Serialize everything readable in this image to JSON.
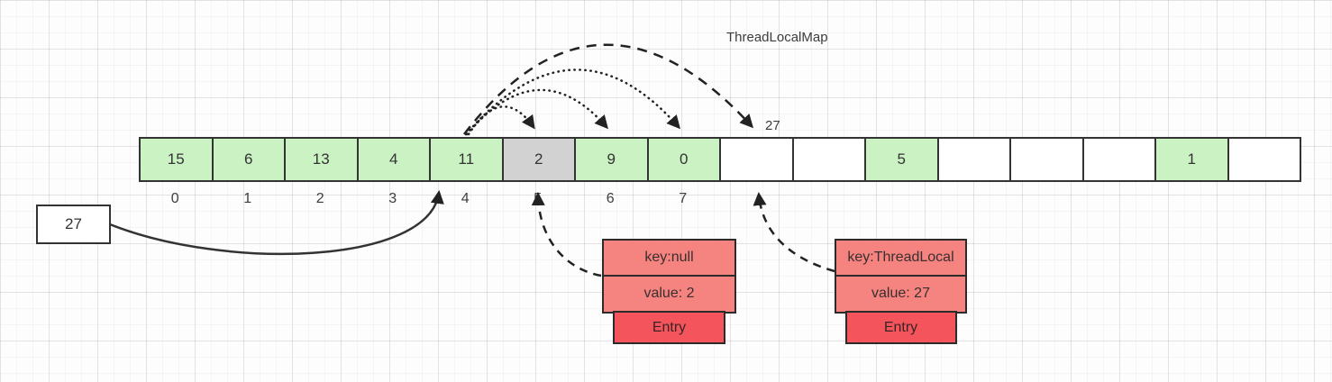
{
  "title": "ThreadLocalMap",
  "colors": {
    "green": "#cbf2c3",
    "gray": "#d2d2d2",
    "white": "#ffffff",
    "entry_section": "#f5837f",
    "entry_tab": "#f4545c",
    "cell_border": "#333333"
  },
  "array": {
    "cells": [
      {
        "value": "15",
        "fill": "green"
      },
      {
        "value": "6",
        "fill": "green"
      },
      {
        "value": "13",
        "fill": "green"
      },
      {
        "value": "4",
        "fill": "green"
      },
      {
        "value": "11",
        "fill": "green"
      },
      {
        "value": "2",
        "fill": "gray"
      },
      {
        "value": "9",
        "fill": "green"
      },
      {
        "value": "0",
        "fill": "green"
      },
      {
        "value": "",
        "fill": "white"
      },
      {
        "value": "",
        "fill": "white"
      },
      {
        "value": "5",
        "fill": "green"
      },
      {
        "value": "",
        "fill": "white"
      },
      {
        "value": "",
        "fill": "white"
      },
      {
        "value": "",
        "fill": "white"
      },
      {
        "value": "1",
        "fill": "green"
      },
      {
        "value": "",
        "fill": "white"
      }
    ],
    "index_labels": [
      "0",
      "1",
      "2",
      "3",
      "4",
      "5",
      "6",
      "7"
    ]
  },
  "pointer_box": {
    "label": "27"
  },
  "slot8_label": "27",
  "entries": [
    {
      "key": "key:null",
      "value": "value: 2",
      "label": "Entry"
    },
    {
      "key": "key:ThreadLocal",
      "value": "value: 27",
      "label": "Entry"
    }
  ]
}
